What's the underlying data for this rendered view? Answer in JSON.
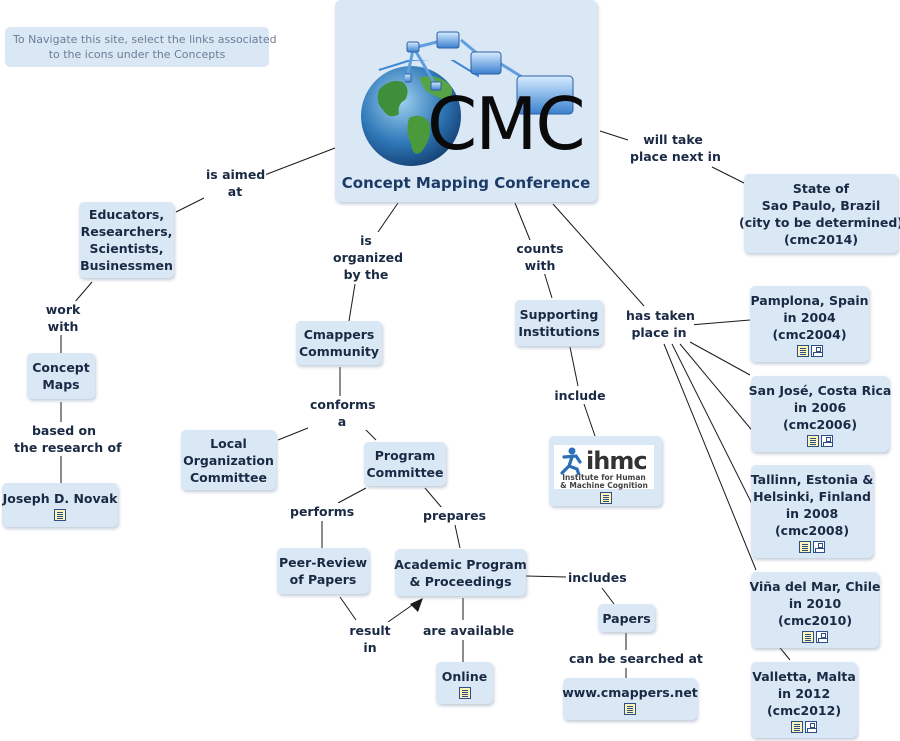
{
  "navigation_note": {
    "line1": "To Navigate this site, select the links associated",
    "line2": "to the icons under the Concepts"
  },
  "center": {
    "logo_text": "CMC",
    "subtitle": "Concept Mapping Conference"
  },
  "nodes": {
    "educators": {
      "lines": [
        "Educators,",
        "Researchers,",
        "Scientists,",
        "Businessmen"
      ]
    },
    "concept_maps": {
      "lines": [
        "Concept",
        "Maps"
      ]
    },
    "novak": {
      "lines": [
        "Joseph D. Novak"
      ]
    },
    "cmappers_community": {
      "lines": [
        "Cmappers",
        "Community"
      ]
    },
    "local_org": {
      "lines": [
        "Local",
        "Organization",
        "Committee"
      ]
    },
    "program_committee": {
      "lines": [
        "Program",
        "Committee"
      ]
    },
    "peer_review": {
      "lines": [
        "Peer-Review",
        "of Papers"
      ]
    },
    "academic_program": {
      "lines": [
        "Academic Program",
        "& Proceedings"
      ]
    },
    "online": {
      "lines": [
        "Online"
      ]
    },
    "papers": {
      "lines": [
        "Papers"
      ]
    },
    "cmappers_net": {
      "lines": [
        "www.cmappers.net"
      ]
    },
    "supporting": {
      "lines": [
        "Supporting",
        "Institutions"
      ]
    },
    "brazil": {
      "lines": [
        "State of",
        "Sao Paulo, Brazil",
        "(city to be determined)",
        "(cmc2014)"
      ]
    },
    "pamplona": {
      "lines": [
        "Pamplona, Spain",
        "in 2004",
        "(cmc2004)"
      ]
    },
    "sanjose": {
      "lines": [
        "San José, Costa Rica",
        "in 2006",
        "(cmc2006)"
      ]
    },
    "tallinn": {
      "lines": [
        "Tallinn, Estonia &",
        "Helsinki, Finland",
        "in 2008",
        "(cmc2008)"
      ]
    },
    "vina": {
      "lines": [
        "Viña del Mar, Chile",
        "in 2010",
        "(cmc2010)"
      ]
    },
    "valletta": {
      "lines": [
        "Valletta, Malta",
        "in 2012",
        "(cmc2012)"
      ]
    }
  },
  "ihmc": {
    "brand": "ihmc",
    "caption_line1": "Institute for Human",
    "caption_line2": "& Machine Cognition"
  },
  "links": {
    "aimed_at": [
      "is aimed",
      "at"
    ],
    "work_with": [
      "work",
      "with"
    ],
    "based_on": [
      "based on",
      "the research of"
    ],
    "organized_by": [
      "is",
      "organized",
      "by the"
    ],
    "conforms": [
      "conforms",
      "a"
    ],
    "performs": [
      "performs"
    ],
    "prepares": [
      "prepares"
    ],
    "result_in": [
      "result",
      "in"
    ],
    "available": [
      "are available"
    ],
    "includes": [
      "includes"
    ],
    "searched": [
      "can be searched at"
    ],
    "counts_with": [
      "counts",
      "with"
    ],
    "include": [
      "include"
    ],
    "taken_place": [
      "has taken",
      "place in"
    ],
    "next_in": [
      "will take",
      "place next in"
    ]
  },
  "icons": {
    "document": "document-icon",
    "concept_map": "concept-map-icon"
  },
  "colors": {
    "node_bg": "#dae7f5",
    "text": "#1a2a44",
    "line": "#1a1a1a",
    "note_text": "#6c7e95"
  }
}
